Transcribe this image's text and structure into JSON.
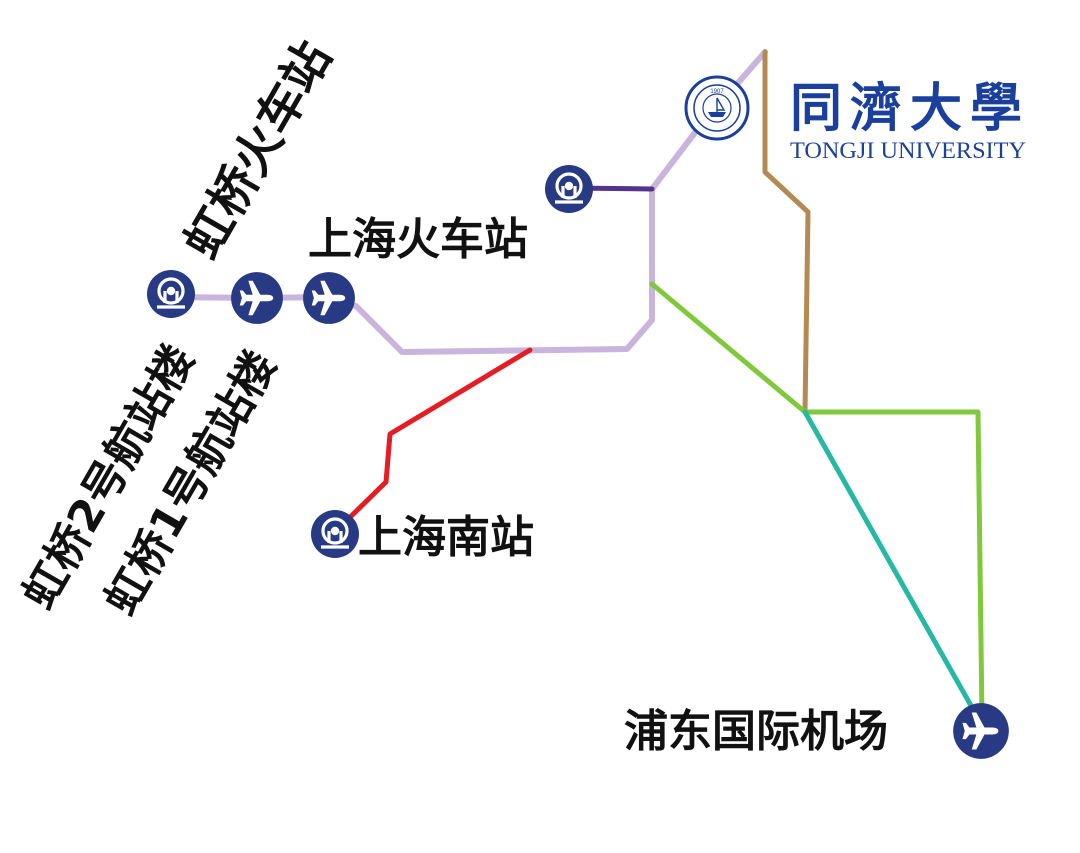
{
  "colors": {
    "purple_light": "#c8b4dc",
    "purple_dark": "#54348a",
    "brown": "#b48a52",
    "green": "#7fc93a",
    "teal": "#25b9a4",
    "red": "#e41d25",
    "station_fill": "#273a83",
    "label": "#111111",
    "logo_blue": "#1a3f9c"
  },
  "logo": {
    "chinese": "同濟大學",
    "english": "TONGJI UNIVERSITY",
    "seal_year": "1907",
    "seal_icon": "university-seal-icon"
  },
  "stations": {
    "hongqiao_railway": {
      "name": "虹桥火车站",
      "icon": "railway-icon"
    },
    "hongqiao_t2": {
      "name": "虹桥2号航站楼",
      "icon": "airplane-icon"
    },
    "hongqiao_t1": {
      "name": "虹桥1号航站楼",
      "icon": "airplane-icon"
    },
    "shanghai_railway": {
      "name": "上海火车站",
      "icon": "railway-icon"
    },
    "shanghai_south": {
      "name": "上海南站",
      "icon": "railway-icon"
    },
    "pudong_airport": {
      "name": "浦东国际机场",
      "icon": "airplane-icon"
    }
  }
}
